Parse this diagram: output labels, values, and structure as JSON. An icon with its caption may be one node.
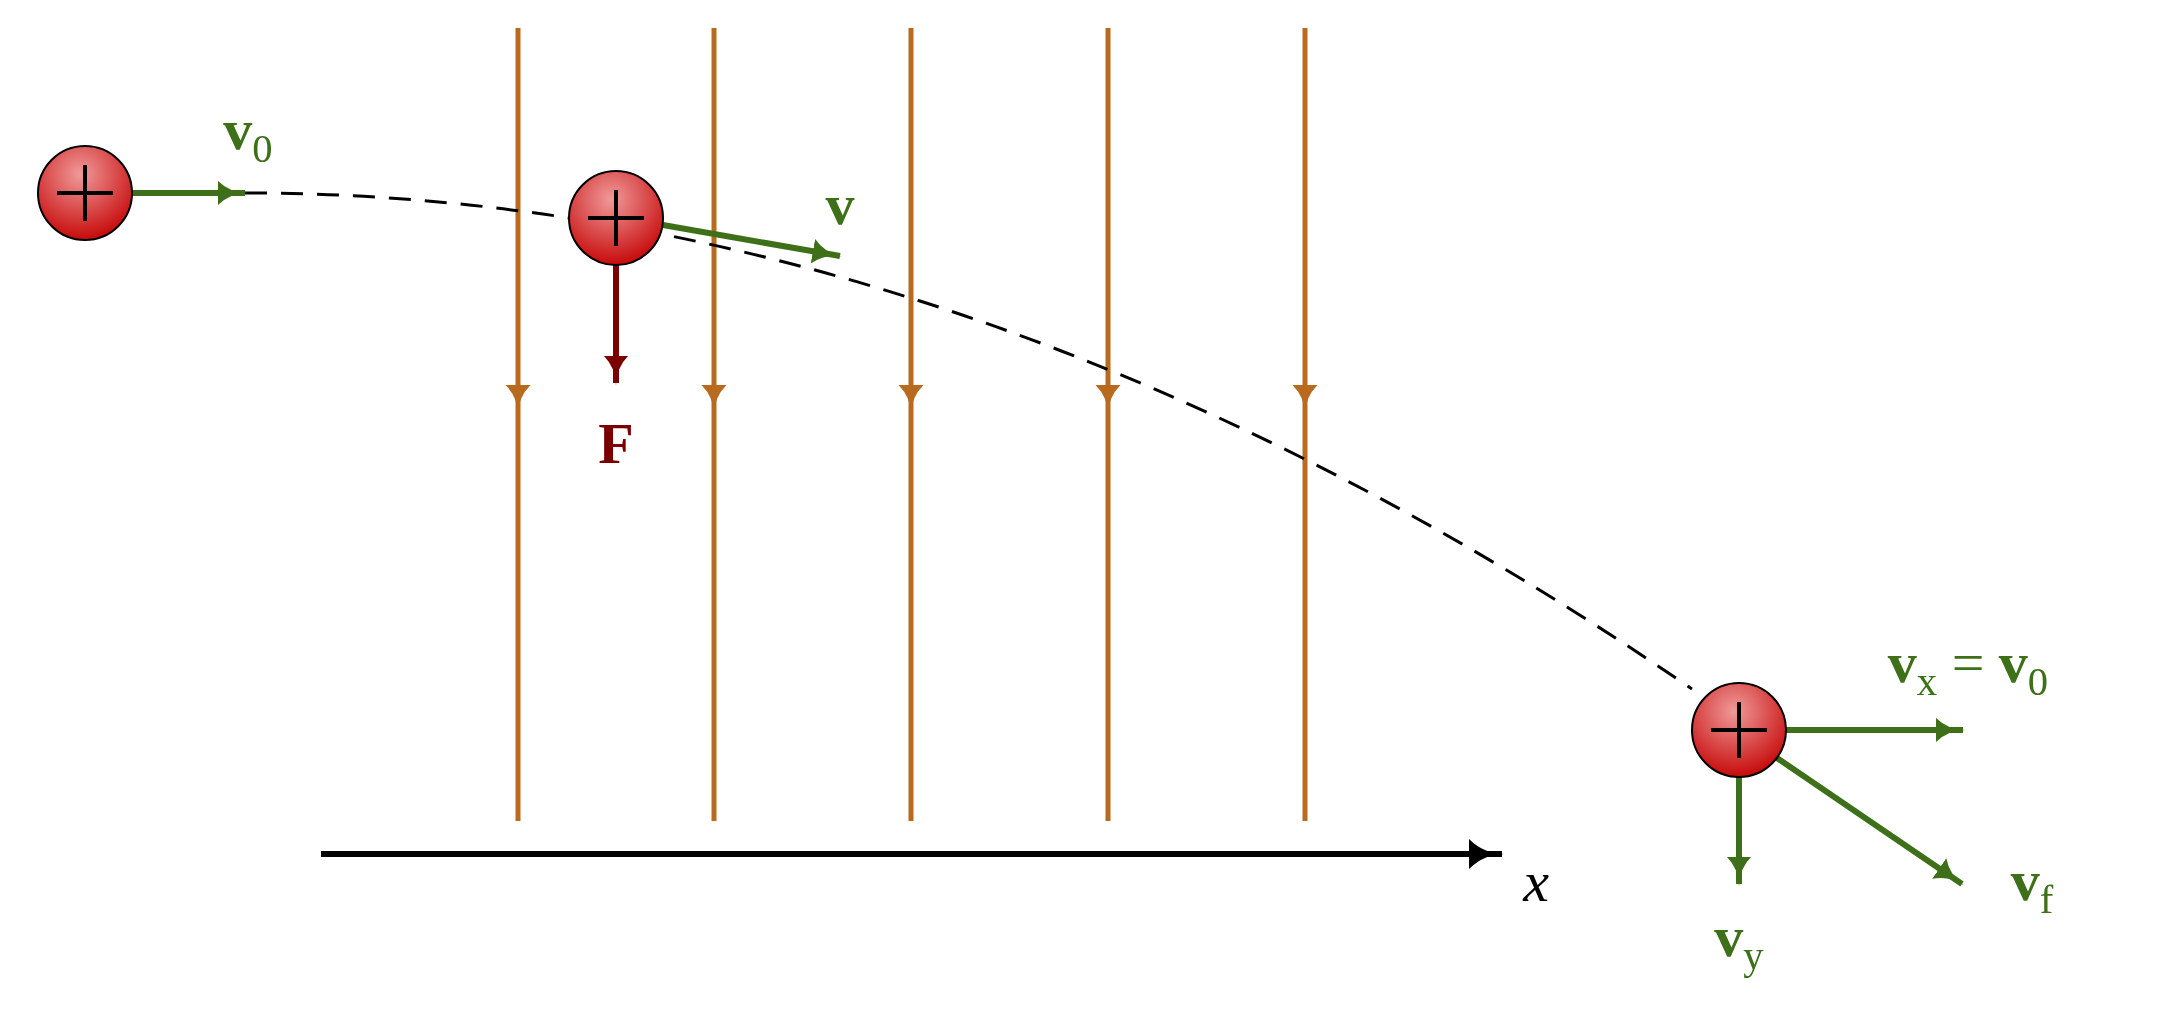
{
  "diagram": {
    "labels": [
      "**v**$_{0}$",
      "**v**",
      "**F**",
      "**v**$_{x}$ = **v**$_{0}$",
      "**v**$_{f}$",
      "*x*",
      "**v**$_{y}$"
    ]
  }
}
